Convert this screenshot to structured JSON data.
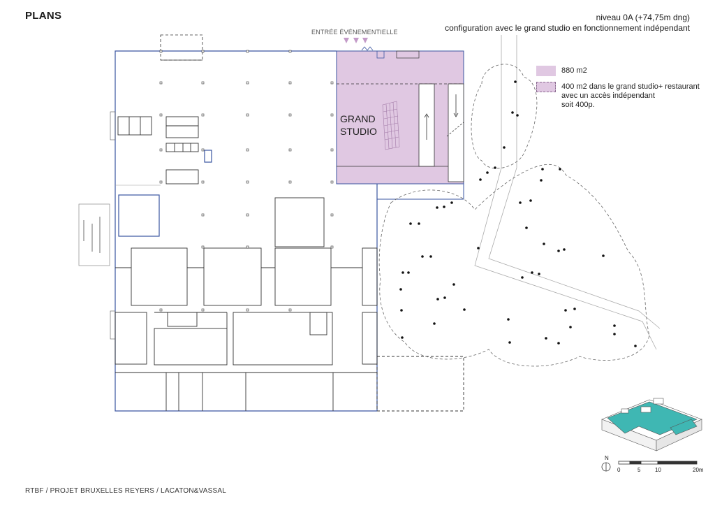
{
  "header": {
    "page_title": "PLANS",
    "level_line1": "niveau 0A (+74,75m dng)",
    "level_line2": "configuration  avec le grand studio en fonctionnement indépendant"
  },
  "plan": {
    "entrance_label": "ENTRÉE ÉVÉNEMENTIELLE",
    "studio_label_line1": "GRAND",
    "studio_label_line2": "STUDIO"
  },
  "legend": {
    "item1_label": "880 m2",
    "item1_color": "#e0c8e2",
    "item2_line1": "400 m2 dans le grand studio+ restaurant",
    "item2_line2": "avec un accès indépendant",
    "item2_line3": "soit 400p.",
    "item2_color": "#e0c8e2"
  },
  "scale": {
    "north": "N",
    "ticks": [
      "0",
      "5",
      "10",
      "20m"
    ]
  },
  "colors": {
    "plan_line": "#333333",
    "facade_blue": "#3a55a0",
    "studio_fill": "#e0c8e2",
    "axon_teal": "#3fb7b3"
  },
  "footer": {
    "credit": "RTBF / PROJET BRUXELLES REYERS / LACATON&VASSAL"
  }
}
